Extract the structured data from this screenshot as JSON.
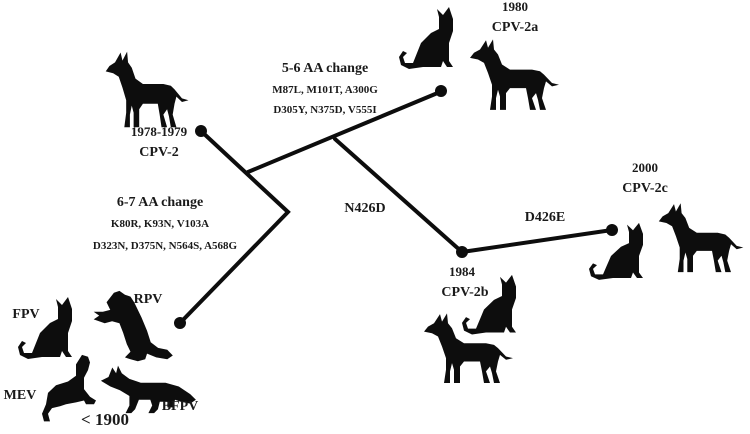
{
  "figure": {
    "title": "Canine parvovirus evolution from feline panleukopenia-like ancestors",
    "colors": {
      "ink": "#0d0d0d",
      "background": "#ffffff"
    }
  },
  "ancestors": {
    "hosts": [
      {
        "label": "FPV",
        "icon": "cat-silhouette-icon"
      },
      {
        "label": "RPV",
        "icon": "raccoon-silhouette-icon"
      },
      {
        "label": "MEV",
        "icon": "mink-silhouette-icon"
      },
      {
        "label": "BFPV",
        "icon": "fox-silhouette-icon"
      }
    ],
    "date": "< 1900"
  },
  "branch_to_cpv2": {
    "title": "6-7 AA change",
    "mutations_line1": "K80R, K93N, V103A",
    "mutations_line2": "D323N, D375N, N564S, A568G"
  },
  "cpv2": {
    "year": "1978-1979",
    "name": "CPV-2",
    "icon": "dog-silhouette-icon"
  },
  "branch_to_cpv2a": {
    "title": "5-6 AA change",
    "mutations_line1": "M87L, M101T, A300G",
    "mutations_line2": "D305Y, N375D, V555I"
  },
  "cpv2a": {
    "year": "1980",
    "name": "CPV-2a",
    "icons": [
      "cat-silhouette-icon",
      "dog-silhouette-icon"
    ]
  },
  "branch_to_cpv2b": {
    "mutation": "N426D"
  },
  "cpv2b": {
    "year": "1984",
    "name": "CPV-2b",
    "icons": [
      "cat-silhouette-icon",
      "dog-silhouette-icon"
    ]
  },
  "branch_to_cpv2c": {
    "mutation": "D426E"
  },
  "cpv2c": {
    "year": "2000",
    "name": "CPV-2c",
    "icons": [
      "cat-silhouette-icon",
      "dog-silhouette-icon"
    ]
  }
}
